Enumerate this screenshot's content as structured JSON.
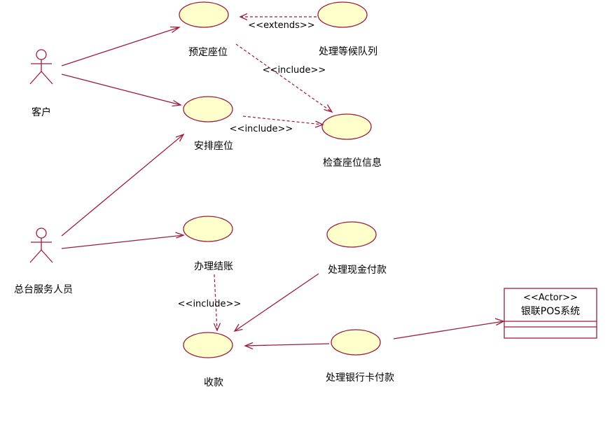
{
  "actors": {
    "customer": "客户",
    "front_desk": "总台服务人员",
    "pos_system": {
      "stereotype": "<<Actor>>",
      "name": "银联POS系统"
    }
  },
  "use_cases": {
    "reserve_seat": "预定座位",
    "handle_waitlist": "处理等候队列",
    "arrange_seat": "安排座位",
    "check_seat_info": "检查座位信息",
    "checkout": "办理结账",
    "cash_payment": "处理现金付款",
    "collect_payment": "收款",
    "card_payment": "处理银行卡付款"
  },
  "relations": {
    "extends_label": "<<extends>>",
    "include_reserve": "<<include>>",
    "include_arrange": "<<include>>",
    "include_checkout": "<<include>>"
  },
  "colors": {
    "line": "#9c1c3e",
    "usecase_fill": "#ffffcc"
  }
}
